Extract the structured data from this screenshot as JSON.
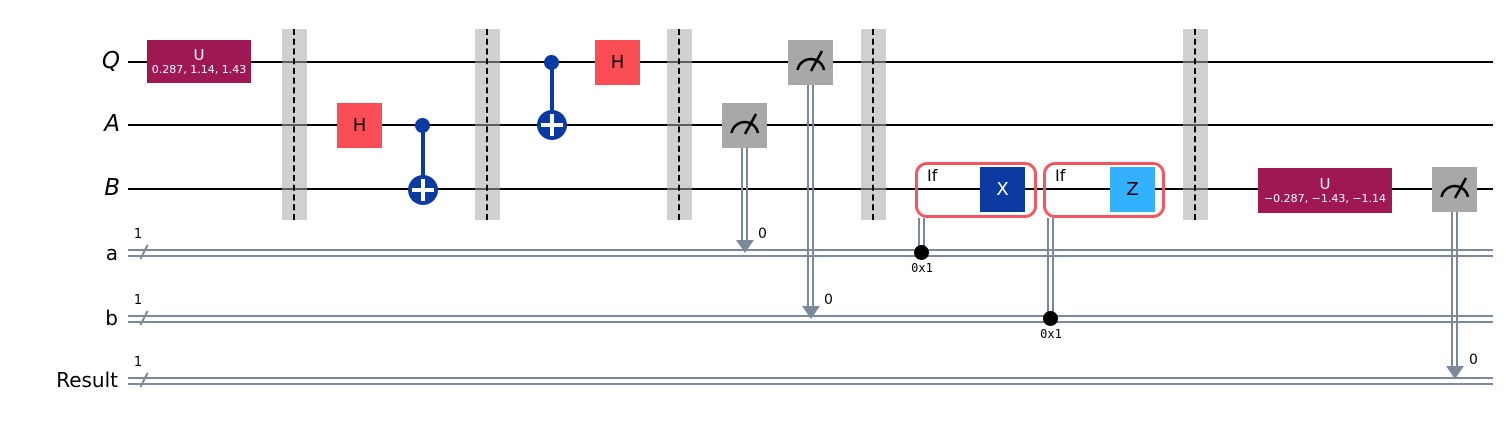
{
  "qubits": [
    {
      "label": "Q"
    },
    {
      "label": "A"
    },
    {
      "label": "B"
    }
  ],
  "clbits": [
    {
      "label": "a",
      "size": "1",
      "measured_bit": "0",
      "condition": "0x1"
    },
    {
      "label": "b",
      "size": "1",
      "measured_bit": "0",
      "condition": "0x1"
    },
    {
      "label": "Result",
      "size": "1",
      "measured_bit": "0"
    }
  ],
  "gates": {
    "u_init": {
      "name": "U",
      "params": "0.287, 1.14, 1.43"
    },
    "h_a": {
      "name": "H"
    },
    "h_q": {
      "name": "H"
    },
    "if_x": {
      "keyword": "If",
      "gate": "X"
    },
    "if_z": {
      "keyword": "If",
      "gate": "Z"
    },
    "u_final": {
      "name": "U",
      "params": "−0.287, −1.43, −1.14"
    }
  },
  "colors": {
    "u-gate": "#9f1853",
    "h-gate": "#fa4d56",
    "cx-gate": "#0c3aa3",
    "z-gate": "#33b1ff",
    "measure-gate": "#a8a8a8",
    "if-border": "#f4555e",
    "classical-wire": "#7a8a99",
    "quantum-wire": "#000000",
    "barrier-fill": "#aaaaaa"
  },
  "chart_data": {
    "type": "quantum-circuit-diagram",
    "title": "",
    "quantum_wires": [
      "Q",
      "A",
      "B"
    ],
    "classical_wires": [
      {
        "name": "a",
        "width": 1
      },
      {
        "name": "b",
        "width": 1
      },
      {
        "name": "Result",
        "width": 1
      }
    ],
    "operations": [
      {
        "op": "U",
        "qubit": "Q",
        "params": [
          0.287,
          1.14,
          1.43
        ]
      },
      {
        "op": "barrier"
      },
      {
        "op": "H",
        "qubit": "A"
      },
      {
        "op": "CX",
        "control": "A",
        "target": "B"
      },
      {
        "op": "barrier"
      },
      {
        "op": "CX",
        "control": "Q",
        "target": "A"
      },
      {
        "op": "H",
        "qubit": "Q"
      },
      {
        "op": "barrier"
      },
      {
        "op": "measure",
        "qubit": "A",
        "clbit": "a",
        "bit_index": 0
      },
      {
        "op": "measure",
        "qubit": "Q",
        "clbit": "b",
        "bit_index": 0
      },
      {
        "op": "barrier"
      },
      {
        "op": "if",
        "condition": "a == 0x1",
        "body": [
          {
            "op": "X",
            "qubit": "B"
          }
        ]
      },
      {
        "op": "if",
        "condition": "b == 0x1",
        "body": [
          {
            "op": "Z",
            "qubit": "B"
          }
        ]
      },
      {
        "op": "barrier"
      },
      {
        "op": "U",
        "qubit": "B",
        "params": [
          -0.287,
          -1.43,
          -1.14
        ]
      },
      {
        "op": "measure",
        "qubit": "B",
        "clbit": "Result",
        "bit_index": 0
      }
    ]
  }
}
